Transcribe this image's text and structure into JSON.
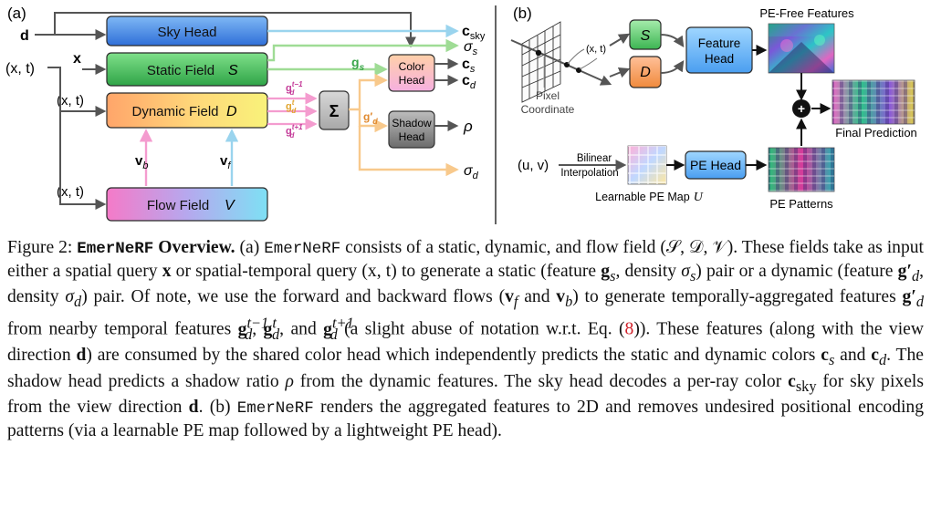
{
  "panel_a": {
    "label": "(a)",
    "inputs": {
      "d": "d",
      "x": "x",
      "xt": "(x, t)",
      "xt_dynamic": "(x, t)",
      "xt_flow": "(x, t)"
    },
    "fields": {
      "sky_head": "Sky Head",
      "static_field": "Static Field",
      "static_symbol": "S",
      "dynamic_field": "Dynamic Field",
      "dynamic_symbol": "D",
      "flow_field": "Flow Field",
      "flow_symbol": "V"
    },
    "features": {
      "gs": "g",
      "gs_sub": "s",
      "gd_prev": "g",
      "gd_prev_sup": "t−1",
      "gd_cur": "g",
      "gd_cur_sup": "t",
      "gd_next": "g",
      "gd_next_sup": "t+1",
      "gd_sub": "d",
      "gd_prime": "g′",
      "gd_prime_sub": "d",
      "vb": "v",
      "vb_sub": "b",
      "vf": "v",
      "vf_sub": "f"
    },
    "sum_symbol": "Σ",
    "color_head": [
      "Color",
      "Head"
    ],
    "shadow_head": [
      "Shadow",
      "Head"
    ],
    "outputs": {
      "c_sky": "c",
      "c_sky_sub": "sky",
      "sigma_s": "σ",
      "sigma_s_sub": "s",
      "c_s": "c",
      "c_s_sub": "s",
      "c_d": "c",
      "c_d_sub": "d",
      "rho": "ρ",
      "sigma_d": "σ",
      "sigma_d_sub": "d"
    }
  },
  "panel_b": {
    "label": "(b)",
    "xt": "(x, t)",
    "static_symbol": "S",
    "dynamic_symbol": "D",
    "feature_head": [
      "Feature",
      "Head"
    ],
    "pe_free_features": "PE-Free Features",
    "pixel_coordinate": [
      "Pixel",
      "Coordinate"
    ],
    "plus_symbol": "+",
    "final_prediction": "Final Prediction",
    "uv": "(u, v)",
    "bilinear": [
      "Bilinear",
      "Interpolation"
    ],
    "learnable_pe_map": "Learnable PE Map",
    "pe_map_symbol": "U",
    "pe_head": "PE Head",
    "pe_patterns": "PE Patterns"
  },
  "caption": {
    "figure_label": "Figure 2:",
    "method_name": "EmerNeRF",
    "overview": "Overview.",
    "s1_a": "(a)",
    "s1_b": "consists of a static, dynamic, and flow field",
    "s1_c": "(𝒮, 𝒟, 𝒱). These fields take as input either a spatial query",
    "s1_d": "x",
    "s1_e": "or spatial-temporal query",
    "s1_f": "(x, t)",
    "s1_g": "to generate a static (feature",
    "s1_h": "g",
    "s1_h_sub": "s",
    "s1_i": ", density",
    "s1_j": "σ",
    "s1_j_sub": "s",
    "s1_k": ") pair or a dynamic (feature",
    "s1_l": "g′",
    "s1_l_sub": "d",
    "s1_m": ", density",
    "s1_n": "σ",
    "s1_n_sub": "d",
    "s1_o": ") pair. Of note, we use the forward and backward flows (",
    "s1_p": "v",
    "s1_p_sub": "f",
    "s1_q": "and",
    "s1_r": "v",
    "s1_r_sub": "b",
    "s1_s": ") to generate temporally-aggregated features",
    "s1_t": "g′",
    "s1_t_sub": "d",
    "s1_u": "from nearby temporal features",
    "s1_v": "g",
    "s1_v_sup": "t−1",
    "s1_v_sub": "d",
    "s1_w": ",",
    "s1_x": "g",
    "s1_x_sup": "t",
    "s1_x_sub": "d",
    "s1_y": ", and",
    "s1_z": "g",
    "s1_z_sup": "t+1",
    "s1_z_sub": "d",
    "s2_a": "(a slight abuse of notation w.r.t. Eq. (",
    "s2_ref": "8",
    "s2_b": ")). These features (along with the view direction",
    "s2_c": "d",
    "s2_d": ") are consumed by the shared color head which independently predicts the static and dynamic colors",
    "s2_e": "c",
    "s2_e_sub": "s",
    "s2_f": "and",
    "s2_g": "c",
    "s2_g_sub": "d",
    "s2_h": ". The shadow head predicts a shadow ratio",
    "s2_i": "ρ",
    "s2_j": "from the dynamic features. The sky head decodes a per-ray color",
    "s2_k": "c",
    "s2_k_sub": "sky",
    "s2_l": "for sky pixels from the view direction",
    "s2_m": "d",
    "s2_n": ". (b)",
    "s2_o": "renders the aggregated features to 2D and removes undesired positional encoding patterns (via a learnable PE map followed by a lightweight PE head)."
  }
}
